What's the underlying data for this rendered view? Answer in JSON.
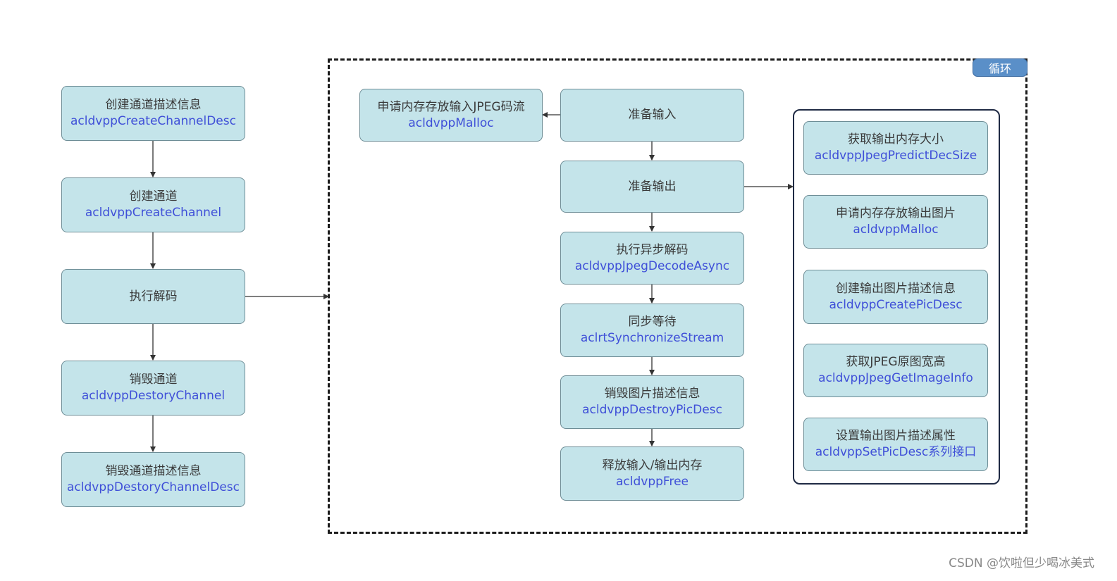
{
  "left_column": {
    "create_channel_desc": {
      "title": "创建通道描述信息",
      "api": "acldvppCreateChannelDesc"
    },
    "create_channel": {
      "title": "创建通道",
      "api": "acldvppCreateChannel"
    },
    "execute_decode": {
      "title": "执行解码"
    },
    "destroy_channel": {
      "title": "销毁通道",
      "api": "acldvppDestoryChannel"
    },
    "destroy_channel_desc": {
      "title": "销毁通道描述信息",
      "api": "acldvppDestoryChannelDesc"
    }
  },
  "loop": {
    "label": "循环",
    "alloc_input": {
      "title": "申请内存存放输入JPEG码流",
      "api": "acldvppMalloc"
    },
    "prepare_input": {
      "title": "准备输入"
    },
    "prepare_output": {
      "title": "准备输出"
    },
    "decode_async": {
      "title": "执行异步解码",
      "api": "acldvppJpegDecodeAsync"
    },
    "sync_wait": {
      "title": "同步等待",
      "api": "aclrtSynchronizeStream"
    },
    "destroy_pic_desc": {
      "title": "销毁图片描述信息",
      "api": "acldvppDestroyPicDesc"
    },
    "free_memory": {
      "title": "释放输入/输出内存",
      "api": "acldvppFree"
    }
  },
  "output_group": {
    "predict_size": {
      "title": "获取输出内存大小",
      "api": "acldvppJpegPredictDecSize"
    },
    "alloc_output": {
      "title": "申请内存存放输出图片",
      "api": "acldvppMalloc"
    },
    "create_pic_desc": {
      "title": "创建输出图片描述信息",
      "api": "acldvppCreatePicDesc"
    },
    "get_image_info": {
      "title": "获取JPEG原图宽高",
      "api": "acldvppJpegGetImageInfo"
    },
    "set_pic_desc": {
      "title": "设置输出图片描述属性",
      "api": "acldvppSetPicDesc",
      "api_suffix": "系列接口"
    }
  },
  "watermark": "CSDN @饮啦但少喝冰美式",
  "colors": {
    "node_fill": "#c4e4ea",
    "node_border": "#6e8d96",
    "api_text": "#3f4fd8",
    "loop_badge": "#5a8fc8"
  }
}
